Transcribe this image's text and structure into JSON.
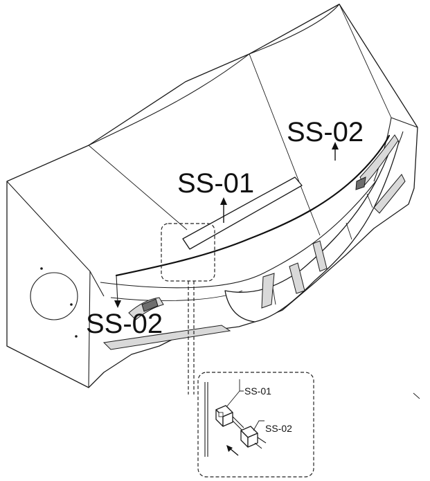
{
  "labels": {
    "ss01_main": "SS-01",
    "ss02_right": "SS-02",
    "ss02_left": "SS-02",
    "detail_ss01": "SS-01",
    "detail_ss02": "SS-02"
  }
}
